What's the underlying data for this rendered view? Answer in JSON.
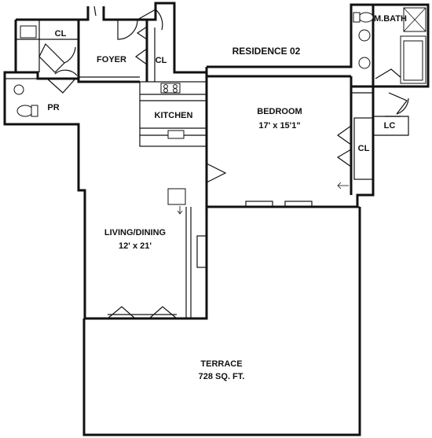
{
  "title": "RESIDENCE 02",
  "rooms": {
    "foyer": "FOYER",
    "foyer_closet": "CL",
    "entry_closet": "CL",
    "powder_room": "PR",
    "kitchen": "KITCHEN",
    "bedroom": "BEDROOM",
    "bedroom_size": "17' x 15'1\"",
    "bedroom_closet": "CL",
    "master_bath": "M.BATH",
    "linen_closet": "LC",
    "living_dining": "LIVING/DINING",
    "living_dining_size": "12' x 21'",
    "terrace": "TERRACE",
    "terrace_area": "728 SQ. FT."
  }
}
